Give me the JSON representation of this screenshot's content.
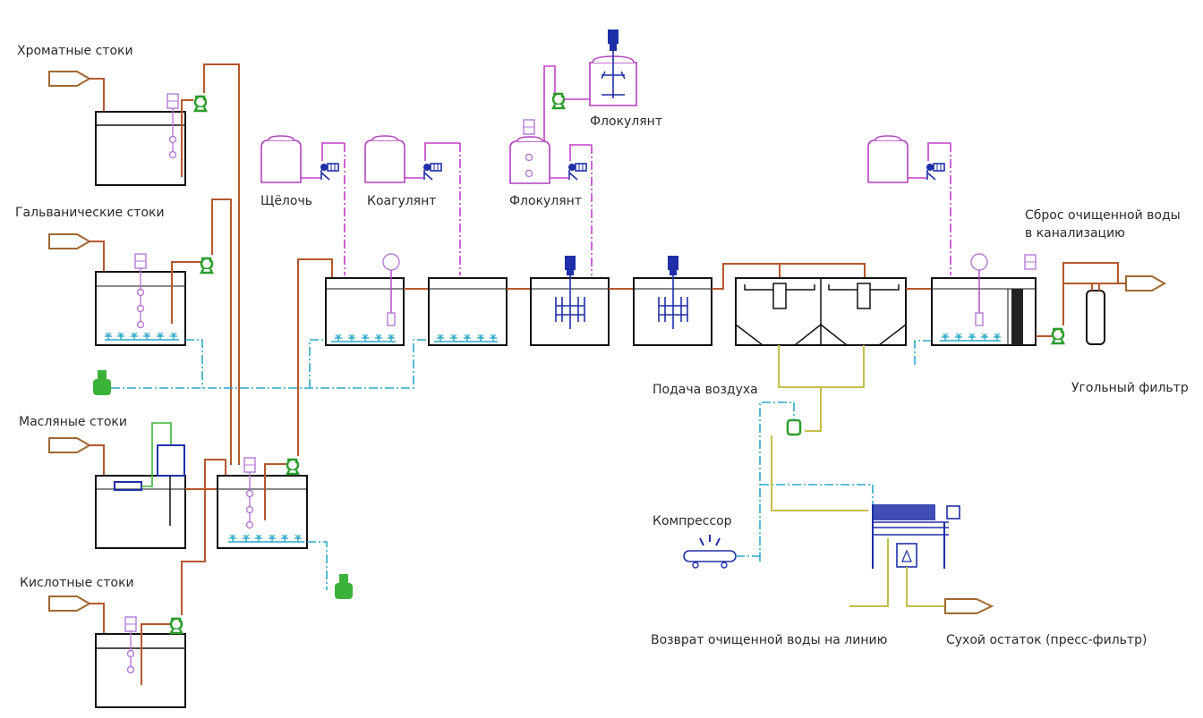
{
  "title": "Схема очистки сточных вод гальванического производства",
  "labels": {
    "chromate": "Хроматные стоки",
    "galvanic": "Гальванические стоки",
    "oily": "Масляные стоки",
    "acid": "Кислотные стоки",
    "alkali": "Щёлочь",
    "coagulant": "Коагулянт",
    "flocculant_top": "Флокулянт",
    "flocculant": "Флокулянт",
    "discharge_line1": "Сброс очищенной воды",
    "discharge_line2": "в канализацию",
    "carbon_filter": "Угольный фильтр",
    "air_supply": "Подача воздуха",
    "compressor": "Компрессор",
    "return_water": "Возврат очищенной воды на линию",
    "dry_residue": "Сухой остаток (пресс-фильтр)"
  },
  "legend_colors": {
    "wastewater": "#b5582e",
    "air": "#2aa9c9",
    "reagent": "#c23fc9",
    "sludge": "#c6bd4a",
    "pump": "#2a9d2a",
    "mixer": "#1e2fa8"
  }
}
